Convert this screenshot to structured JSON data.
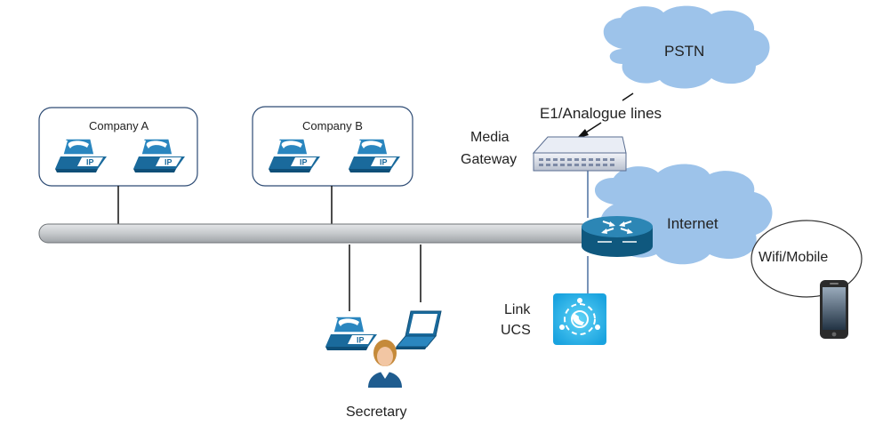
{
  "nodes": {
    "pstn": "PSTN",
    "internet": "Internet",
    "wifi_mobile": "Wifi/Mobile",
    "e1_lines": "E1/Analogue lines",
    "media_gateway": [
      "Media",
      "Gateway"
    ],
    "company_a": "Company A",
    "company_b": "Company B",
    "link_ucs": [
      "Link",
      "UCS"
    ],
    "secretary": "Secretary"
  },
  "icon_text": {
    "ip_phone": "IP"
  },
  "colors": {
    "cloud": "#9dc3ea",
    "phone": "#1a6a9c",
    "router": "#17688f",
    "bus": "#c6c9cc",
    "ucs": "#39b5ea"
  }
}
